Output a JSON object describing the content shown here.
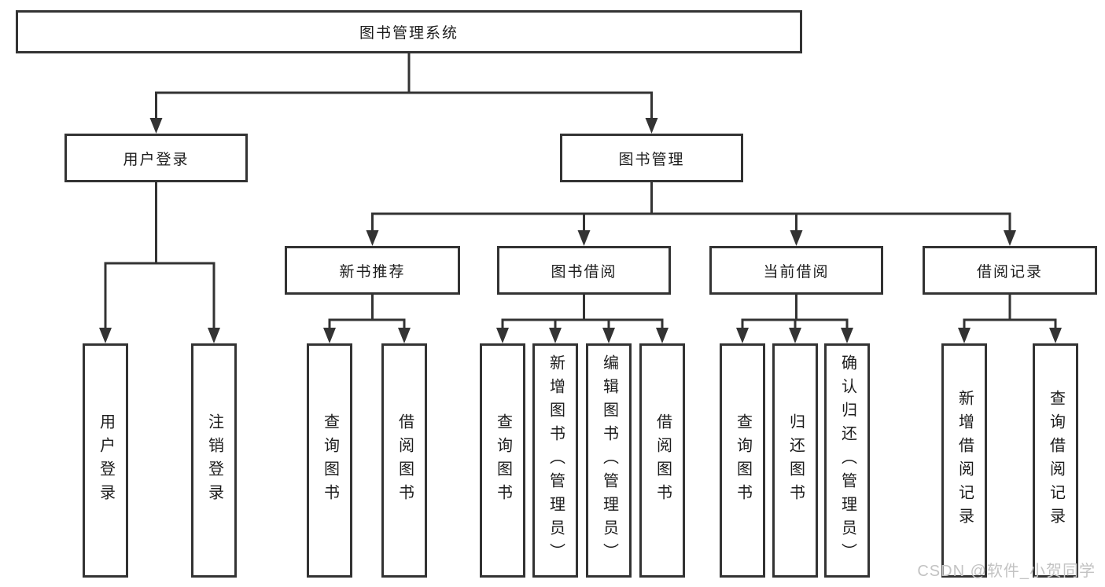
{
  "colors": {
    "line": "#333333",
    "box_border": "#333333",
    "text": "#1c1c1c",
    "watermark": "#c3c3c3",
    "background": "#ffffff"
  },
  "watermark": "CSDN @软件_小贺同学",
  "diagram": {
    "root": {
      "label": "图书管理系统"
    },
    "branches": [
      {
        "label": "用户登录",
        "leaves": [
          "用户登录",
          "注销登录"
        ]
      },
      {
        "label": "图书管理",
        "groups": [
          {
            "label": "新书推荐",
            "leaves": [
              "查询图书",
              "借阅图书"
            ]
          },
          {
            "label": "图书借阅",
            "leaves": [
              "查询图书",
              "新增图书（管理员）",
              "编辑图书（管理员）",
              "借阅图书"
            ]
          },
          {
            "label": "当前借阅",
            "leaves": [
              "查询图书",
              "归还图书",
              "确认归还（管理员）"
            ]
          },
          {
            "label": "借阅记录",
            "leaves": [
              "新增借阅记录",
              "查询借阅记录"
            ]
          }
        ]
      }
    ]
  }
}
